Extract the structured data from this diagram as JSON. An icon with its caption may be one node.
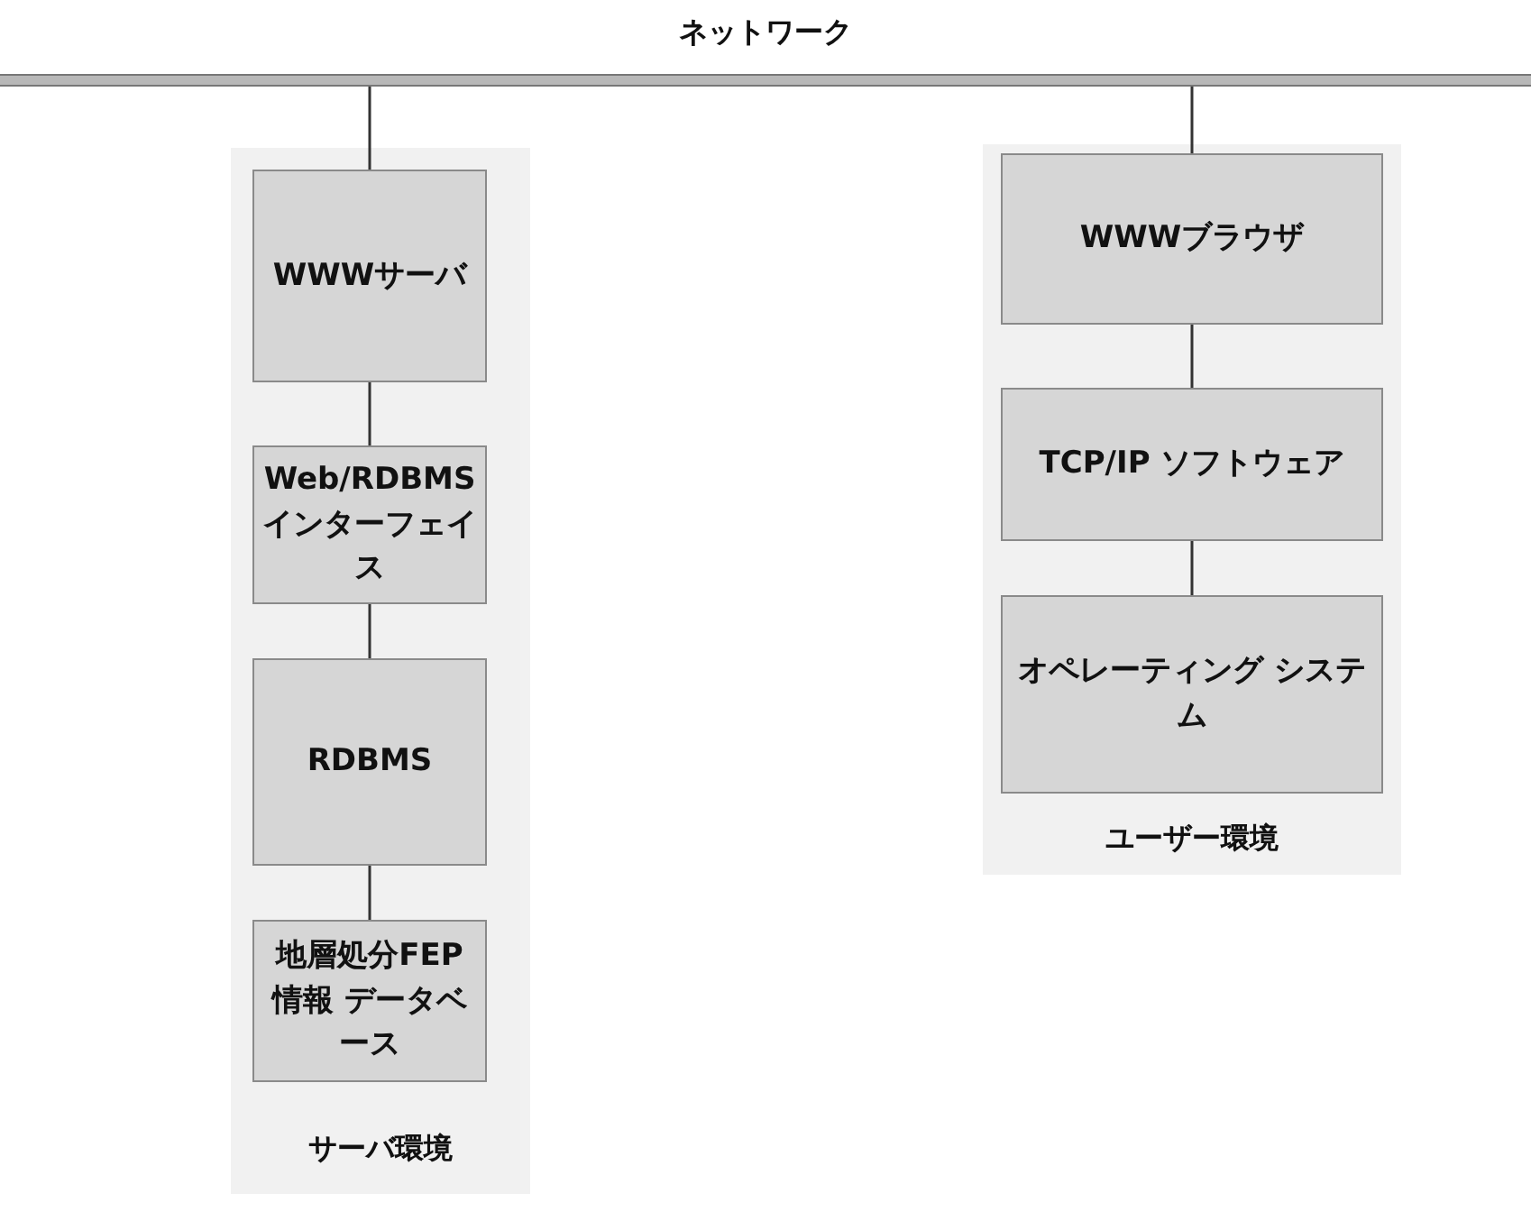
{
  "diagram": {
    "nodes": [
      {
        "text": [
          "ネットワーク"
        ]
      },
      {
        "text": [
          "サーバ環境"
        ]
      },
      {
        "text": [
          "WWWサーバ"
        ],
        "in": 1
      },
      {
        "text": [
          "Web/RDBMS インターフェイス"
        ],
        "in": 1
      },
      {
        "text": [
          "RDBMS"
        ],
        "in": 1
      },
      {
        "text": [
          "地層処分FEP情報 データベース"
        ],
        "in": 1
      },
      {
        "text": [
          "ユーザー環境"
        ]
      },
      {
        "text": [
          "WWWブラウザ"
        ],
        "in": 6
      },
      {
        "text": [
          "TCP/IP ソフトウェア"
        ],
        "in": 6
      },
      {
        "text": [
          "オペレーティング システム"
        ],
        "in": 6
      }
    ],
    "edges": [
      {
        "from": 0,
        "to": 2,
        "arrow": "none"
      },
      {
        "from": 2,
        "to": 3,
        "arrow": "none"
      },
      {
        "from": 3,
        "to": 4,
        "arrow": "none"
      },
      {
        "from": 4,
        "to": 5,
        "arrow": "none"
      },
      {
        "from": 0,
        "to": 7,
        "arrow": "none"
      },
      {
        "from": 7,
        "to": 8,
        "arrow": "none"
      },
      {
        "from": 8,
        "to": 9,
        "arrow": "none"
      }
    ]
  }
}
